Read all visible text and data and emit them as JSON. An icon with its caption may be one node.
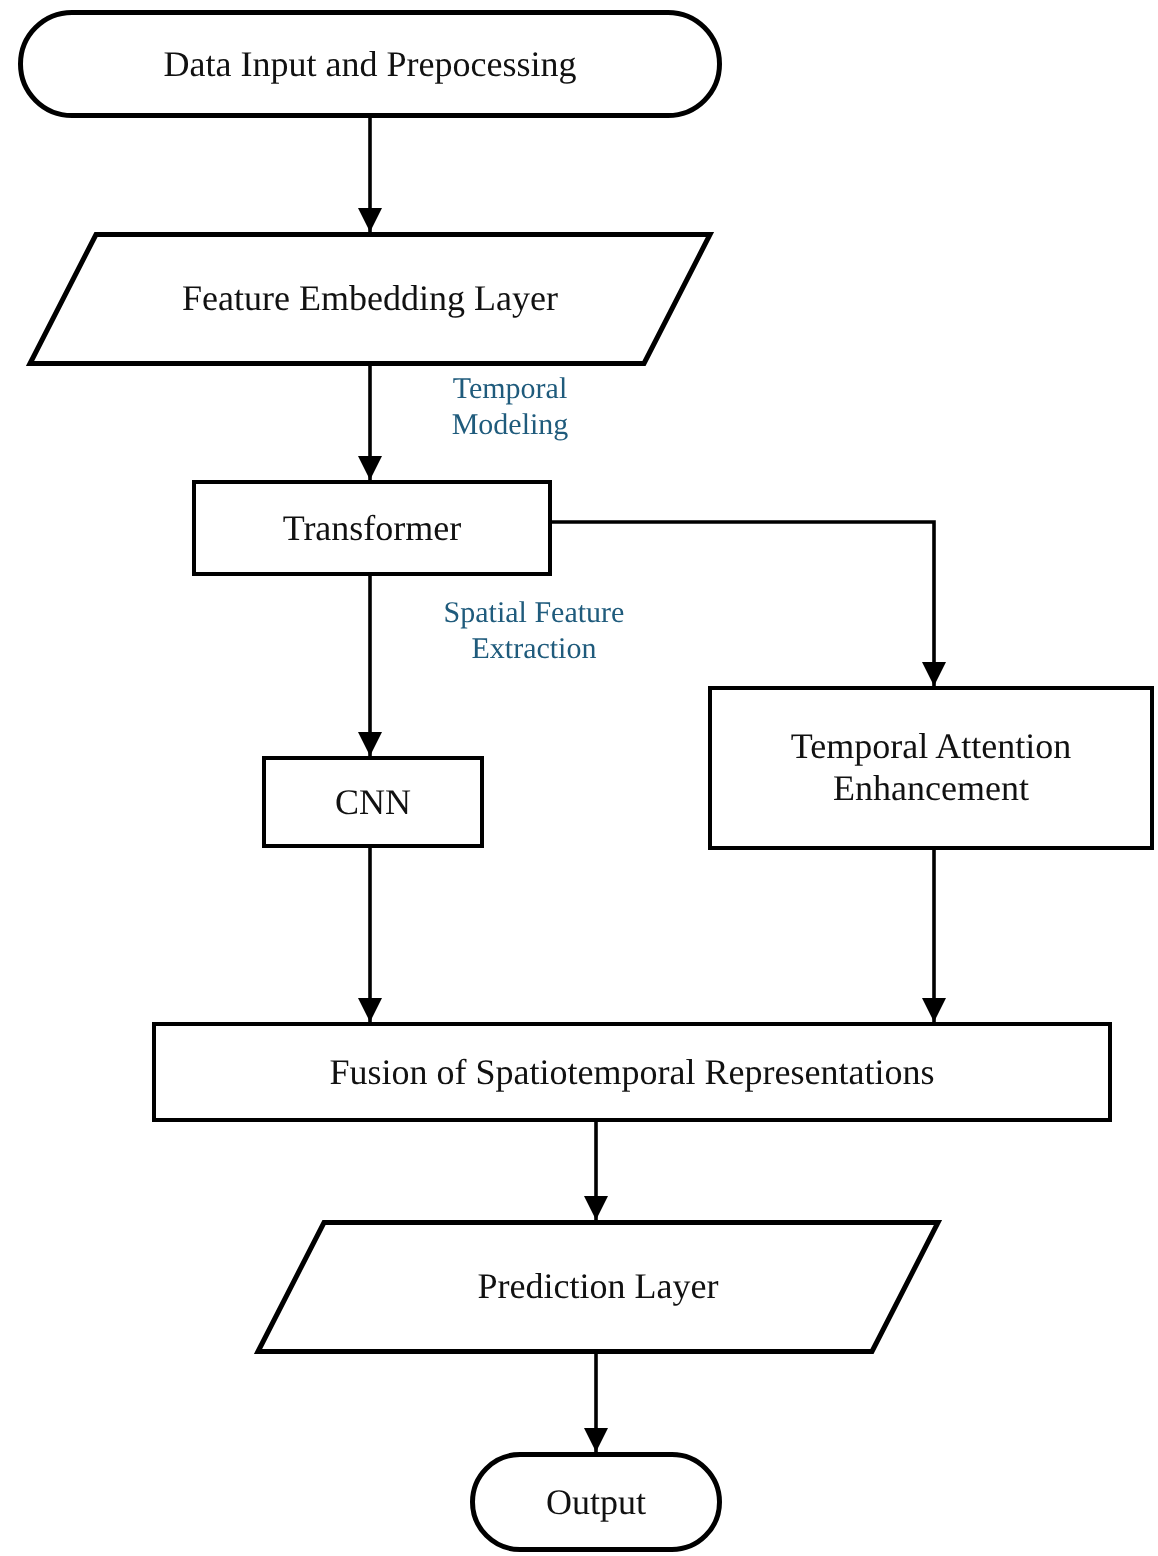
{
  "diagram": {
    "nodes": [
      {
        "text": [
          "Data Input and Prepocessing"
        ]
      },
      {
        "text": [
          "Feature Embedding Layer"
        ]
      },
      {
        "text": [
          "Transformer"
        ]
      },
      {
        "text": [
          "CNN"
        ]
      },
      {
        "text": [
          "Temporal Attention Enhancement"
        ]
      },
      {
        "text": [
          "Fusion of Spatiotemporal Representations"
        ]
      },
      {
        "text": [
          "Prediction Layer"
        ]
      },
      {
        "text": [
          "Output"
        ]
      }
    ],
    "edges": [
      {
        "from": 0,
        "to": 1,
        "arrow": "to"
      },
      {
        "from": 1,
        "to": 2,
        "arrow": "to",
        "label": "Temporal Modeling"
      },
      {
        "from": 2,
        "to": 3,
        "arrow": "to",
        "label": "Spatial Feature Extraction"
      },
      {
        "from": 2,
        "to": 4,
        "arrow": "to"
      },
      {
        "from": 3,
        "to": 5,
        "arrow": "to"
      },
      {
        "from": 4,
        "to": 5,
        "arrow": "to"
      },
      {
        "from": 5,
        "to": 6,
        "arrow": "to"
      },
      {
        "from": 6,
        "to": 7,
        "arrow": "to"
      }
    ]
  }
}
